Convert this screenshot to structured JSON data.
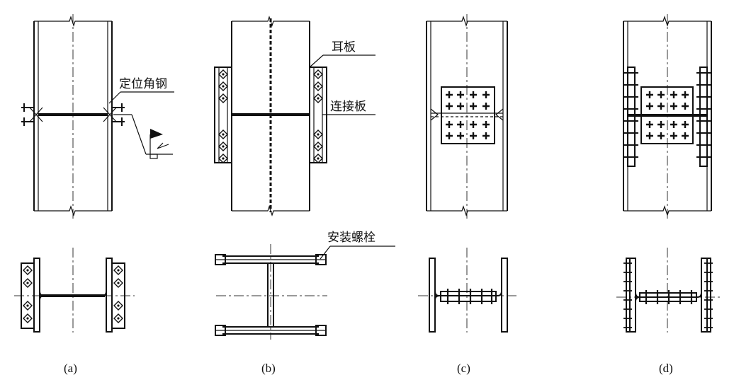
{
  "labels": {
    "positioning_angle": "定位角钢",
    "ear_plate": "耳板",
    "connecting_plate": "连接板",
    "erection_bolt": "安装螺栓"
  },
  "captions": {
    "a": "(a)",
    "b": "(b)",
    "c": "(c)",
    "d": "(d)"
  }
}
